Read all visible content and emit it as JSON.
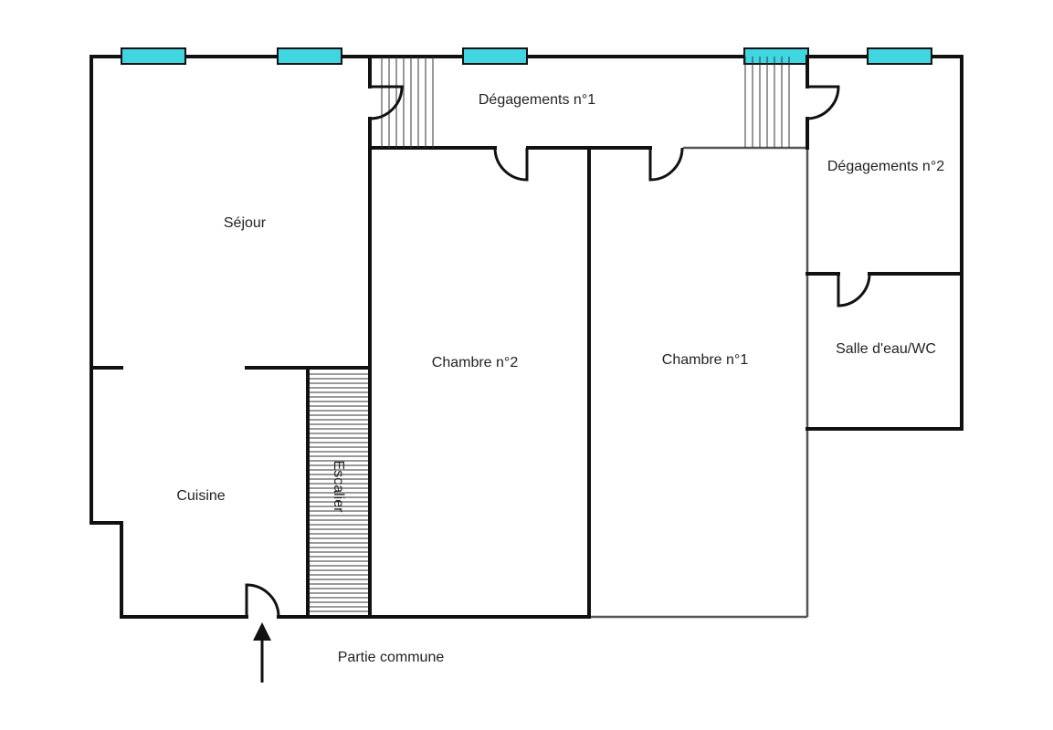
{
  "plan": {
    "rooms": {
      "sejour": "Séjour",
      "cuisine": "Cuisine",
      "chambre2": "Chambre n°2",
      "chambre1": "Chambre n°1",
      "degagement1": "Dégagements n°1",
      "degagement2": "Dégagements n°2",
      "salle_eau": "Salle d'eau/WC",
      "escalier": "Escalier"
    },
    "entrance_label": "Partie commune",
    "colors": {
      "wall": "#111111",
      "window": "#3fd6e2",
      "background": "#ffffff"
    }
  }
}
